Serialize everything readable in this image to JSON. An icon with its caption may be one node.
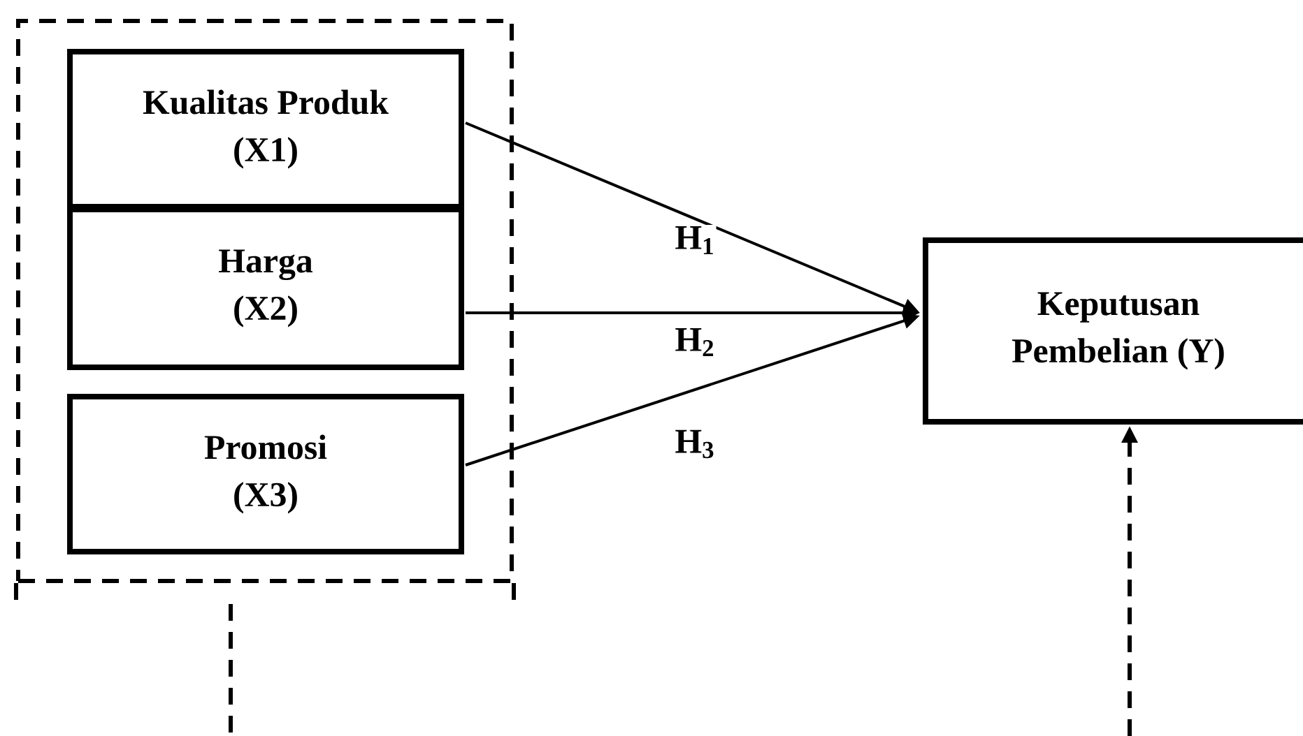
{
  "diagram": {
    "nodes": [
      {
        "text": [],
        "shape": "box"
      },
      {
        "text": [
          "Kualitas Produk (X1)"
        ],
        "in": 0
      },
      {
        "text": [
          "Harga (X2)"
        ],
        "in": 0
      },
      {
        "text": [
          "Promosi (X3)"
        ],
        "in": 0
      },
      {
        "text": [
          "Keputusan Pembelian (Y)"
        ]
      }
    ],
    "edges": [
      {
        "from": 1,
        "to": 4,
        "arrow": "to",
        "label": "H$_{1}$"
      },
      {
        "from": 2,
        "to": 4,
        "arrow": "to",
        "label": "H$_{2}$"
      },
      {
        "from": 3,
        "to": 4,
        "arrow": "to",
        "label": "H$_{3}$"
      },
      {
        "from": 0,
        "to": null,
        "arrow": "none",
        "style": "dashed"
      },
      {
        "from": null,
        "to": 4,
        "arrow": "to",
        "style": "dashed"
      }
    ]
  }
}
